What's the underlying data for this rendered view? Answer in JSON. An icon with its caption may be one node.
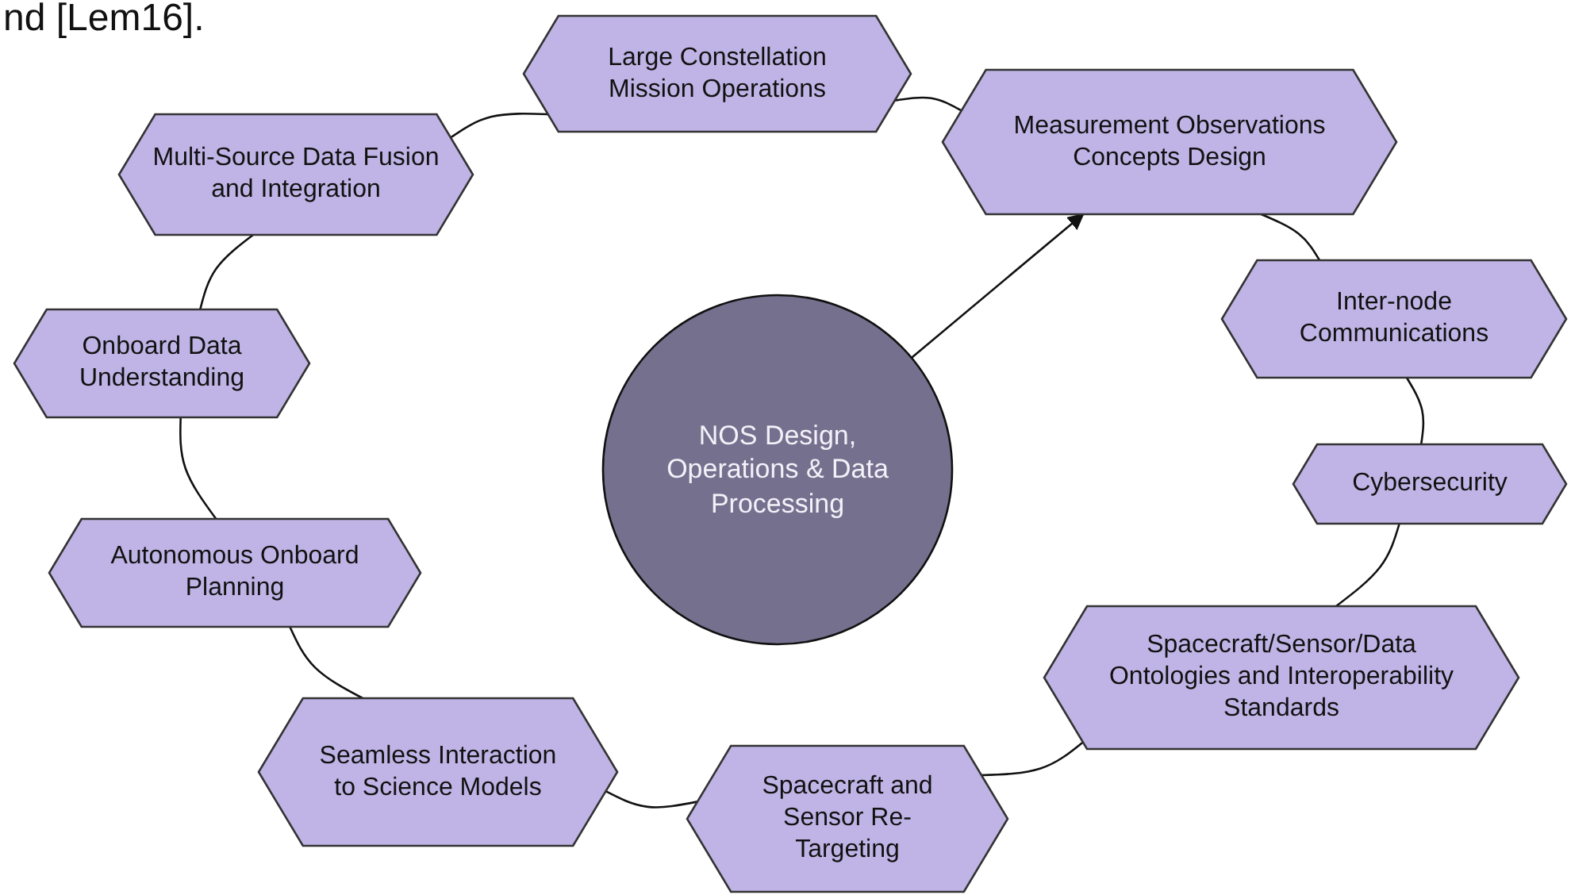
{
  "diagram": {
    "nodes": [
      {
        "text": [
          "Large Constellation Mission Operations"
        ]
      },
      {
        "text": [
          "Measurement Observations Concepts Design"
        ]
      },
      {
        "text": [
          "Inter-node Communications"
        ]
      },
      {
        "text": [
          "Cybersecurity"
        ]
      },
      {
        "text": [
          "Spacecraft/Sensor/Data Ontologies and Interoperability Standards"
        ]
      },
      {
        "text": [
          "Spacecraft and Sensor Re-Targeting"
        ]
      },
      {
        "text": [
          "Seamless Interaction to Science Models"
        ]
      },
      {
        "text": [
          "Autonomous Onboard Planning"
        ]
      },
      {
        "text": [
          "Onboard Data Understanding"
        ]
      },
      {
        "text": [
          "Multi-Source Data Fusion and Integration"
        ]
      },
      {
        "text": [
          "NOS Design, Operations & Data Processing"
        ]
      }
    ],
    "edges": [
      {
        "from": 0,
        "to": 1,
        "arrow": "none"
      },
      {
        "from": 1,
        "to": 2,
        "arrow": "none"
      },
      {
        "from": 2,
        "to": 3,
        "arrow": "none"
      },
      {
        "from": 3,
        "to": 4,
        "arrow": "none"
      },
      {
        "from": 4,
        "to": 5,
        "arrow": "none"
      },
      {
        "from": 5,
        "to": 6,
        "arrow": "none"
      },
      {
        "from": 6,
        "to": 7,
        "arrow": "none"
      },
      {
        "from": 7,
        "to": 8,
        "arrow": "none"
      },
      {
        "from": 8,
        "to": 9,
        "arrow": "none"
      },
      {
        "from": 9,
        "to": 0,
        "arrow": "none"
      },
      {
        "from": 10,
        "to": 1,
        "arrow": "to"
      }
    ],
    "labels": [
      "nd [Lem16]."
    ]
  }
}
